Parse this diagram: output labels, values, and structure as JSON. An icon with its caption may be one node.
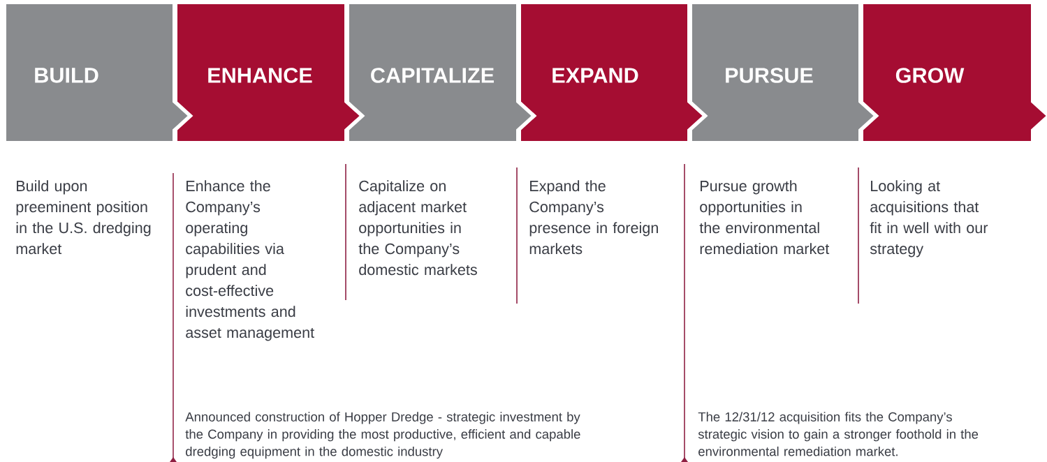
{
  "diagram": {
    "nodes": [
      {
        "text": [
          "BUILD"
        ],
        "beside": [
          "Build upon preeminent position in the U.S. dredging market"
        ]
      },
      {
        "text": [
          "ENHANCE"
        ],
        "beside": [
          "Enhance the Company’s operating capabilities via prudent and cost-effective investments and asset management"
        ]
      },
      {
        "text": [
          "CAPITALIZE"
        ],
        "beside": [
          "Capitalize on adjacent market opportunities in the Company’s domestic markets"
        ]
      },
      {
        "text": [
          "EXPAND"
        ],
        "beside": [
          "Expand the Company’s presence in foreign markets"
        ]
      },
      {
        "text": [
          "PURSUE"
        ],
        "beside": [
          "Pursue growth opportunities in the environmental remediation market"
        ]
      },
      {
        "text": [
          "GROW"
        ],
        "beside": [
          "Looking at acquisitions that fit in well with our strategy"
        ]
      }
    ],
    "labels": [
      "Announced construction of Hopper Dredge - strategic investment by the Company in providing the most productive, efficient and capable dredging equipment in the domestic industry",
      "The 12/31/12 acquisition fits the Company’s strategic vision to gain a stronger foothold in the environmental remediation market."
    ]
  }
}
